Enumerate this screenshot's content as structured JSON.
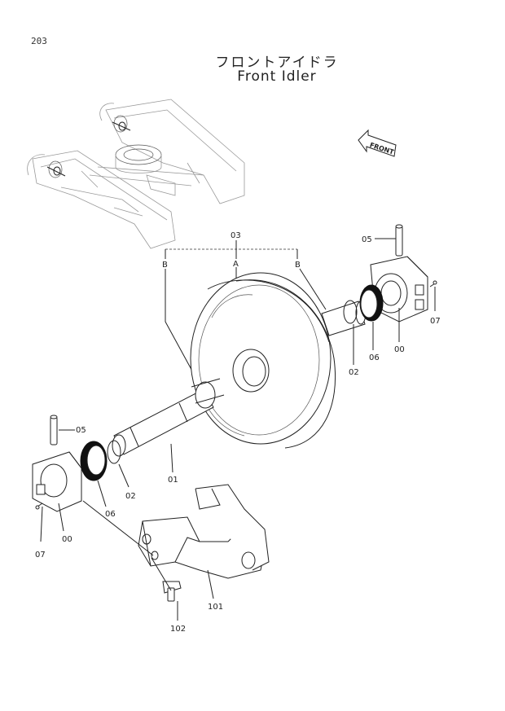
{
  "page_number": "203",
  "title_jp": "フロントアイドラ",
  "title_en": "Front Idler",
  "front_arrow_label": "FRONT",
  "callouts": {
    "assy": "03",
    "a": "A",
    "b_left": "B",
    "b_right": "B",
    "pin_top": "05",
    "pin_left": "05",
    "pin_small_right": "07",
    "pin_small_left": "07",
    "bearing_right": "00",
    "bearing_left": "00",
    "oring_right": "02",
    "oring_left": "02",
    "seal_right": "06",
    "seal_left": "06",
    "shaft": "01",
    "yoke": "101",
    "bolt": "102"
  }
}
